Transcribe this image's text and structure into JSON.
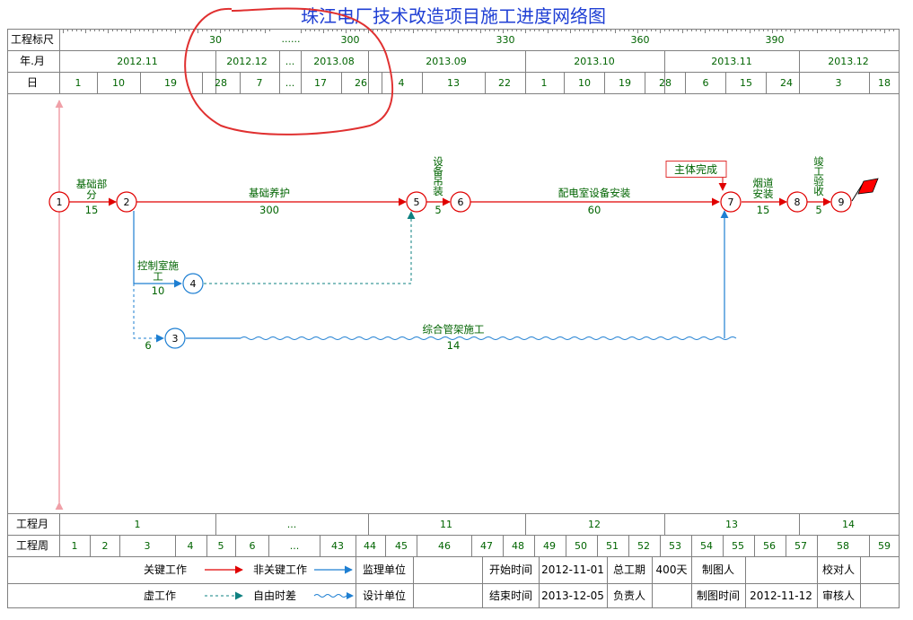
{
  "title": "珠江电厂技术改造项目施工进度网络图",
  "colors": {
    "critical": "#e00000",
    "noncritical": "#1e7fd2",
    "dummy": "#0e8080",
    "label": "#006400",
    "grid": "#808080",
    "title": "#1f3fd4",
    "highlight": "#e03030",
    "timeline": "#f0a0a8"
  },
  "header": {
    "scale_label": "工程标尺",
    "scale_values": [
      "30",
      "......",
      "300",
      "330",
      "360",
      "390"
    ],
    "month_label": "年.月",
    "months": [
      "2012.11",
      "2012.12",
      "...",
      "2013.08",
      "2013.09",
      "2013.10",
      "2013.11",
      "2013.12"
    ],
    "day_label": "日",
    "days": [
      "1",
      "10",
      "19",
      "28",
      "7",
      "...",
      "17",
      "26",
      "4",
      "13",
      "22",
      "1",
      "10",
      "19",
      "28",
      "6",
      "15",
      "24",
      "3",
      "18"
    ]
  },
  "footer": {
    "project_month_label": "工程月",
    "project_months": [
      "1",
      "...",
      "11",
      "12",
      "13",
      "14"
    ],
    "project_week_label": "工程周",
    "project_weeks": [
      "1",
      "2",
      "3",
      "4",
      "5",
      "6",
      "...",
      "43",
      "44",
      "45",
      "46",
      "47",
      "48",
      "49",
      "50",
      "51",
      "52",
      "53",
      "54",
      "55",
      "56",
      "57",
      "58",
      "59"
    ]
  },
  "nodes": [
    "1",
    "2",
    "3",
    "4",
    "5",
    "6",
    "7",
    "8",
    "9"
  ],
  "activities": [
    {
      "name": "基础部分",
      "duration": "15"
    },
    {
      "name": "基础养护",
      "duration": "300"
    },
    {
      "name": "设备吊装",
      "duration": "5"
    },
    {
      "name": "配电室设备安装",
      "duration": "60"
    },
    {
      "name": "烟道安装",
      "duration": "15"
    },
    {
      "name": "竣工验收",
      "duration": "5"
    },
    {
      "name": "控制室施工",
      "duration": "10"
    },
    {
      "name": "综合管架施工",
      "duration": "14"
    },
    {
      "name": "",
      "duration": "6"
    }
  ],
  "milestone": "主体完成",
  "legend": {
    "critical": "关键工作",
    "noncritical": "非关键工作",
    "dummy": "虚工作",
    "float": "自由时差"
  },
  "info": {
    "supervisor_label": "监理单位",
    "designer_label": "设计单位",
    "start_label": "开始时间",
    "start_value": "2012-11-01",
    "end_label": "结束时间",
    "end_value": "2013-12-05",
    "duration_label": "总工期",
    "duration_value": "400天",
    "owner_label": "负责人",
    "drafter_label": "制图人",
    "draft_time_label": "制图时间",
    "draft_time_value": "2012-11-12",
    "checker_label": "校对人",
    "reviewer_label": "审核人"
  }
}
